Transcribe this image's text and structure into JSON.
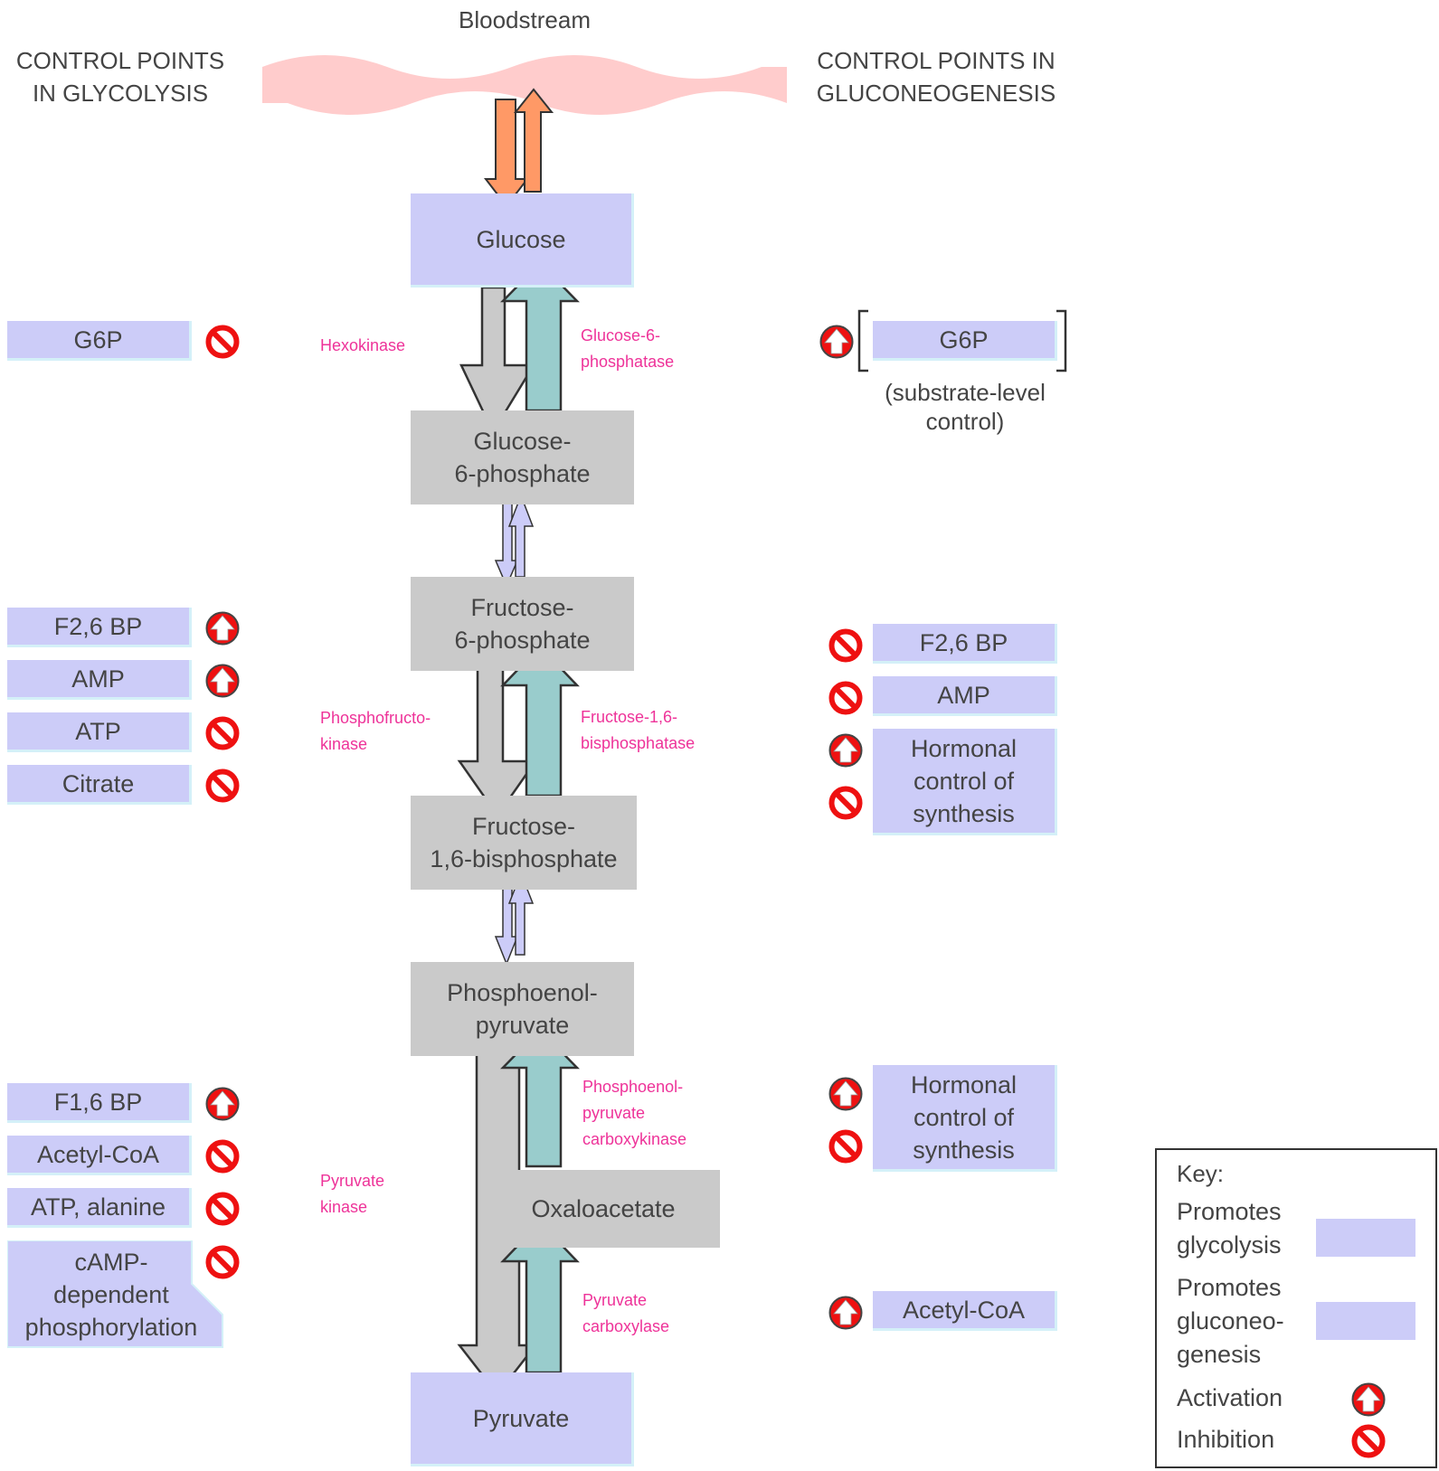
{
  "header": {
    "bloodstream": "Bloodstream",
    "left_title": [
      "CONTROL POINTS",
      "IN GLYCOLYSIS"
    ],
    "right_title": [
      "CONTROL POINTS IN",
      "GLUCONEOGENESIS"
    ]
  },
  "pathway": {
    "glucose": "Glucose",
    "g6p": [
      "Glucose-",
      "6-phosphate"
    ],
    "f6p": [
      "Fructose-",
      "6-phosphate"
    ],
    "f16bp": [
      "Fructose-",
      "1,6-bisphosphate"
    ],
    "pep": [
      "Phosphoenol-",
      "pyruvate"
    ],
    "oxaloacetate": "Oxaloacetate",
    "pyruvate": "Pyruvate"
  },
  "enzymes": {
    "hexokinase": "Hexokinase",
    "g6pase": [
      "Glucose-6-",
      "phosphatase"
    ],
    "pfk": [
      "Phosphofructo-",
      "kinase"
    ],
    "fbpase": [
      "Fructose-1,6-",
      "bisphosphatase"
    ],
    "pepck": [
      "Phosphoenol-",
      "pyruvate",
      "carboxykinase"
    ],
    "pk": [
      "Pyruvate",
      "kinase"
    ],
    "pc": [
      "Pyruvate",
      "carboxylase"
    ]
  },
  "glycolysis_controls": {
    "g6p": "G6P",
    "f26bp": "F2,6 BP",
    "amp": "AMP",
    "atp": "ATP",
    "citrate": "Citrate",
    "f16bp": "F1,6 BP",
    "acetyl_coa": "Acetyl-CoA",
    "atp_alanine": "ATP, alanine",
    "camp": [
      "cAMP-",
      "dependent",
      "phosphorylation"
    ]
  },
  "gluconeogenesis_controls": {
    "g6p": "G6P",
    "substrate_note": [
      "(substrate-level",
      "control)"
    ],
    "f26bp": "F2,6 BP",
    "amp": "AMP",
    "hormonal1": [
      "Hormonal",
      "control of",
      "synthesis"
    ],
    "hormonal2": [
      "Hormonal",
      "control of",
      "synthesis"
    ],
    "acetyl_coa": "Acetyl-CoA"
  },
  "key": {
    "title": "Key:",
    "promotes_glycolysis": [
      "Promotes",
      "glycolysis"
    ],
    "promotes_gluconeogenesis": [
      "Promotes",
      "gluconeo-",
      "genesis"
    ],
    "activation": "Activation",
    "inhibition": "Inhibition"
  },
  "colors": {
    "blue_box": "#ccccf8",
    "gray_box": "#cacaca",
    "teal_arrow": "#99cccc",
    "orange_arrow": "#ff9966",
    "enzyme_text": "#ee3399",
    "icon_red": "#ee1111",
    "bloodstream": "#ffcccc"
  },
  "icons": {
    "activation": "activation-icon",
    "inhibition": "inhibition-icon"
  }
}
